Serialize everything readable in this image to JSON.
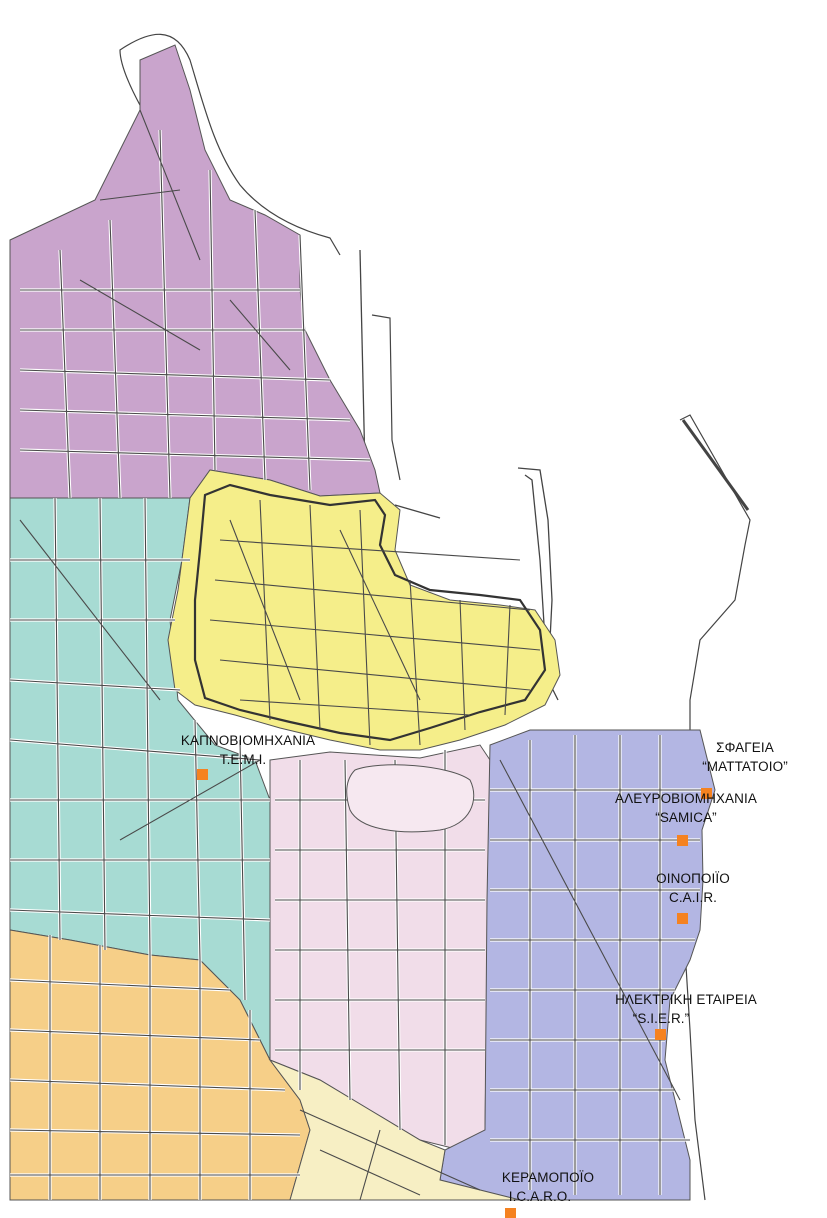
{
  "map": {
    "colors": {
      "background": "#ffffff",
      "north_district": "#c9a4cc",
      "west_district": "#a7dbd3",
      "old_town": "#f5ee8a",
      "central_district": "#f1dde9",
      "east_district": "#b3b6e3",
      "southwest_district": "#f6cf88",
      "south_district": "#f7efc4",
      "marker": "#f58220"
    },
    "marker_icon": "square-marker-icon",
    "labels": [
      {
        "id": "sfageia",
        "line1": "ΣΦΑΓΕΙΑ",
        "line2": "“ΜΑΤΤΑΤΟΙΟ”"
      },
      {
        "id": "aleurovio",
        "line1": "ΑΛΕΥΡΟΒΙΟΜΗΧΑΝΙΑ",
        "line2": "“SAMICA”"
      },
      {
        "id": "oinopoiio",
        "line1": "ΟΙΝΟΠΟΙΪΟ",
        "line2": "C.A.I.R."
      },
      {
        "id": "ilektriki",
        "line1": "ΗΛΕΚΤΡΙΚΗ ΕΤΑΙΡΕΙΑ",
        "line2": "“S.I.E.R.”"
      },
      {
        "id": "kapnoviom",
        "line1": "ΚΑΠΝΟΒΙΟΜΗΧΑΝΙΑ",
        "line2": "T.E.M.I."
      },
      {
        "id": "keramopoiio",
        "line1": "ΚΕΡΑΜΟΠΟΪΟ",
        "line2": "I.C.A.R.O."
      }
    ]
  }
}
